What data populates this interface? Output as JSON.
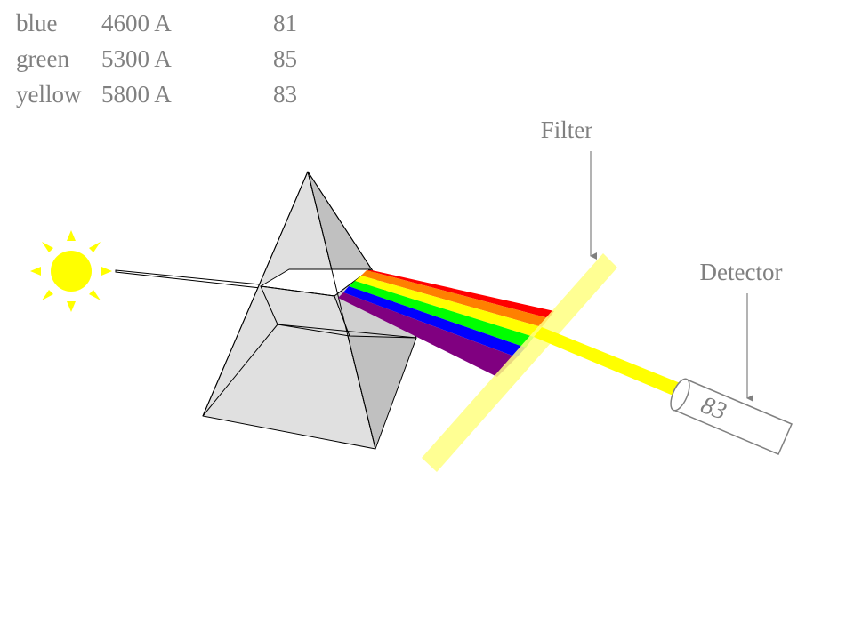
{
  "table": {
    "rows": [
      {
        "color": "blue",
        "wavelength": "4600 A",
        "reading": "81"
      },
      {
        "color": "green",
        "wavelength": "5300 A",
        "reading": "85"
      },
      {
        "color": "yellow",
        "wavelength": "5800 A",
        "reading": "83"
      }
    ]
  },
  "labels": {
    "filter": "Filter",
    "detector": "Detector",
    "detector_reading": "83"
  },
  "colors": {
    "text_gray": "#808080",
    "sun": "#ffff00",
    "prism_light": "#e0e0e0",
    "prism_dark": "#c0c0c0",
    "spectrum": [
      "#ff0000",
      "#ff8000",
      "#ffff00",
      "#00ff00",
      "#0000ff",
      "#800080"
    ],
    "filter": "#ffff80",
    "beam": "#ffff00"
  }
}
